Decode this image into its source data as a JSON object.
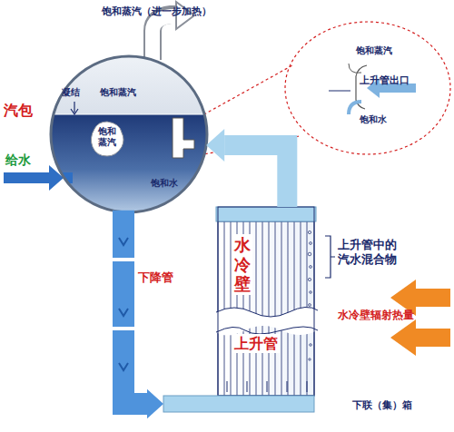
{
  "diagram": {
    "nodes": [
      {
        "text": [
          "汽包",
          "凝结",
          "饱和蒸汽",
          "饱和水"
        ]
      },
      {
        "text": [
          "饱和 蒸汽"
        ],
        "in": 0
      },
      {
        "text": [
          "饱和蒸汽",
          "上升管出口",
          "饱和水"
        ]
      },
      {
        "text": [
          "水冷壁",
          "上升管"
        ]
      },
      {
        "text": [
          "下联（集）箱"
        ]
      }
    ],
    "edges": [
      {
        "from": 3,
        "to": 0,
        "arrow": "to"
      },
      {
        "from": 0,
        "to": 4,
        "label": "下降管",
        "arrow": "to"
      }
    ],
    "labels": [
      "饱和蒸汽（进一步加热）",
      "给水",
      "上升管中的 汽水混合物",
      "水冷壁辐射热量"
    ]
  }
}
